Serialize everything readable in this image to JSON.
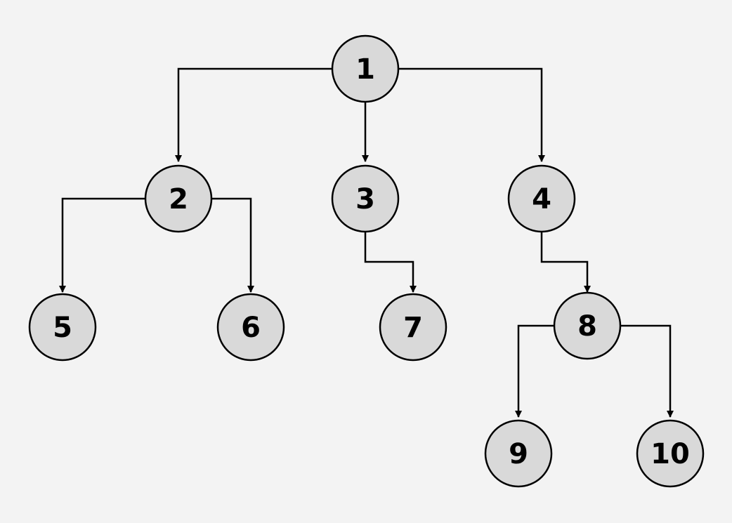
{
  "diagram": {
    "type": "tree",
    "colors": {
      "background": "#f3f3f3",
      "node_fill": "#d9d9d9",
      "stroke": "#000000"
    },
    "nodes": [
      {
        "id": "1",
        "label": "1"
      },
      {
        "id": "2",
        "label": "2"
      },
      {
        "id": "3",
        "label": "3"
      },
      {
        "id": "4",
        "label": "4"
      },
      {
        "id": "5",
        "label": "5"
      },
      {
        "id": "6",
        "label": "6"
      },
      {
        "id": "7",
        "label": "7"
      },
      {
        "id": "8",
        "label": "8"
      },
      {
        "id": "9",
        "label": "9"
      },
      {
        "id": "10",
        "label": "10"
      }
    ],
    "edges": [
      {
        "from": "1",
        "to": "2"
      },
      {
        "from": "1",
        "to": "3"
      },
      {
        "from": "1",
        "to": "4"
      },
      {
        "from": "2",
        "to": "5"
      },
      {
        "from": "2",
        "to": "6"
      },
      {
        "from": "3",
        "to": "7"
      },
      {
        "from": "4",
        "to": "8"
      },
      {
        "from": "8",
        "to": "9"
      },
      {
        "from": "8",
        "to": "10"
      }
    ]
  }
}
